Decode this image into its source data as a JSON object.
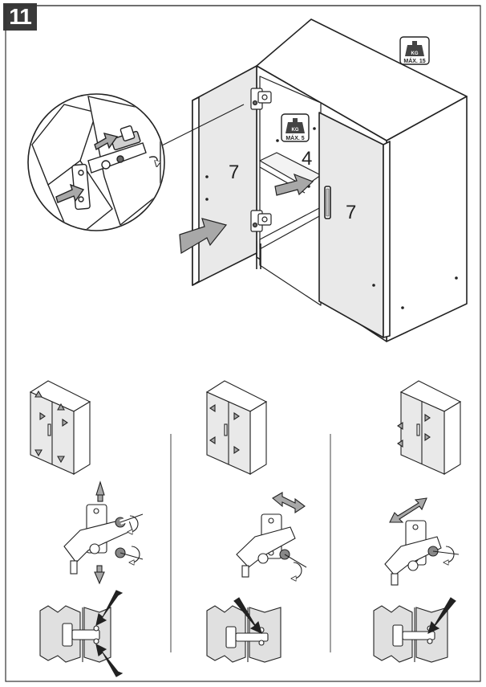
{
  "step": {
    "number": "11"
  },
  "weights": {
    "top_max": "MÁX. 15",
    "shelf_max": "MÁX. 5",
    "kg_label": "KG"
  },
  "parts": {
    "left_door": "7",
    "shelf": "4",
    "right_door": "7"
  },
  "colors": {
    "line": "#222222",
    "panel": "#e9e9e9",
    "arrow": "#a8a8a8",
    "badge": "#3a3a3a"
  },
  "icons": [
    "weight-icon",
    "push-arrow-icon",
    "rotation-arrow-icon",
    "move-arrow-icon",
    "pointer-arrow-icon"
  ]
}
